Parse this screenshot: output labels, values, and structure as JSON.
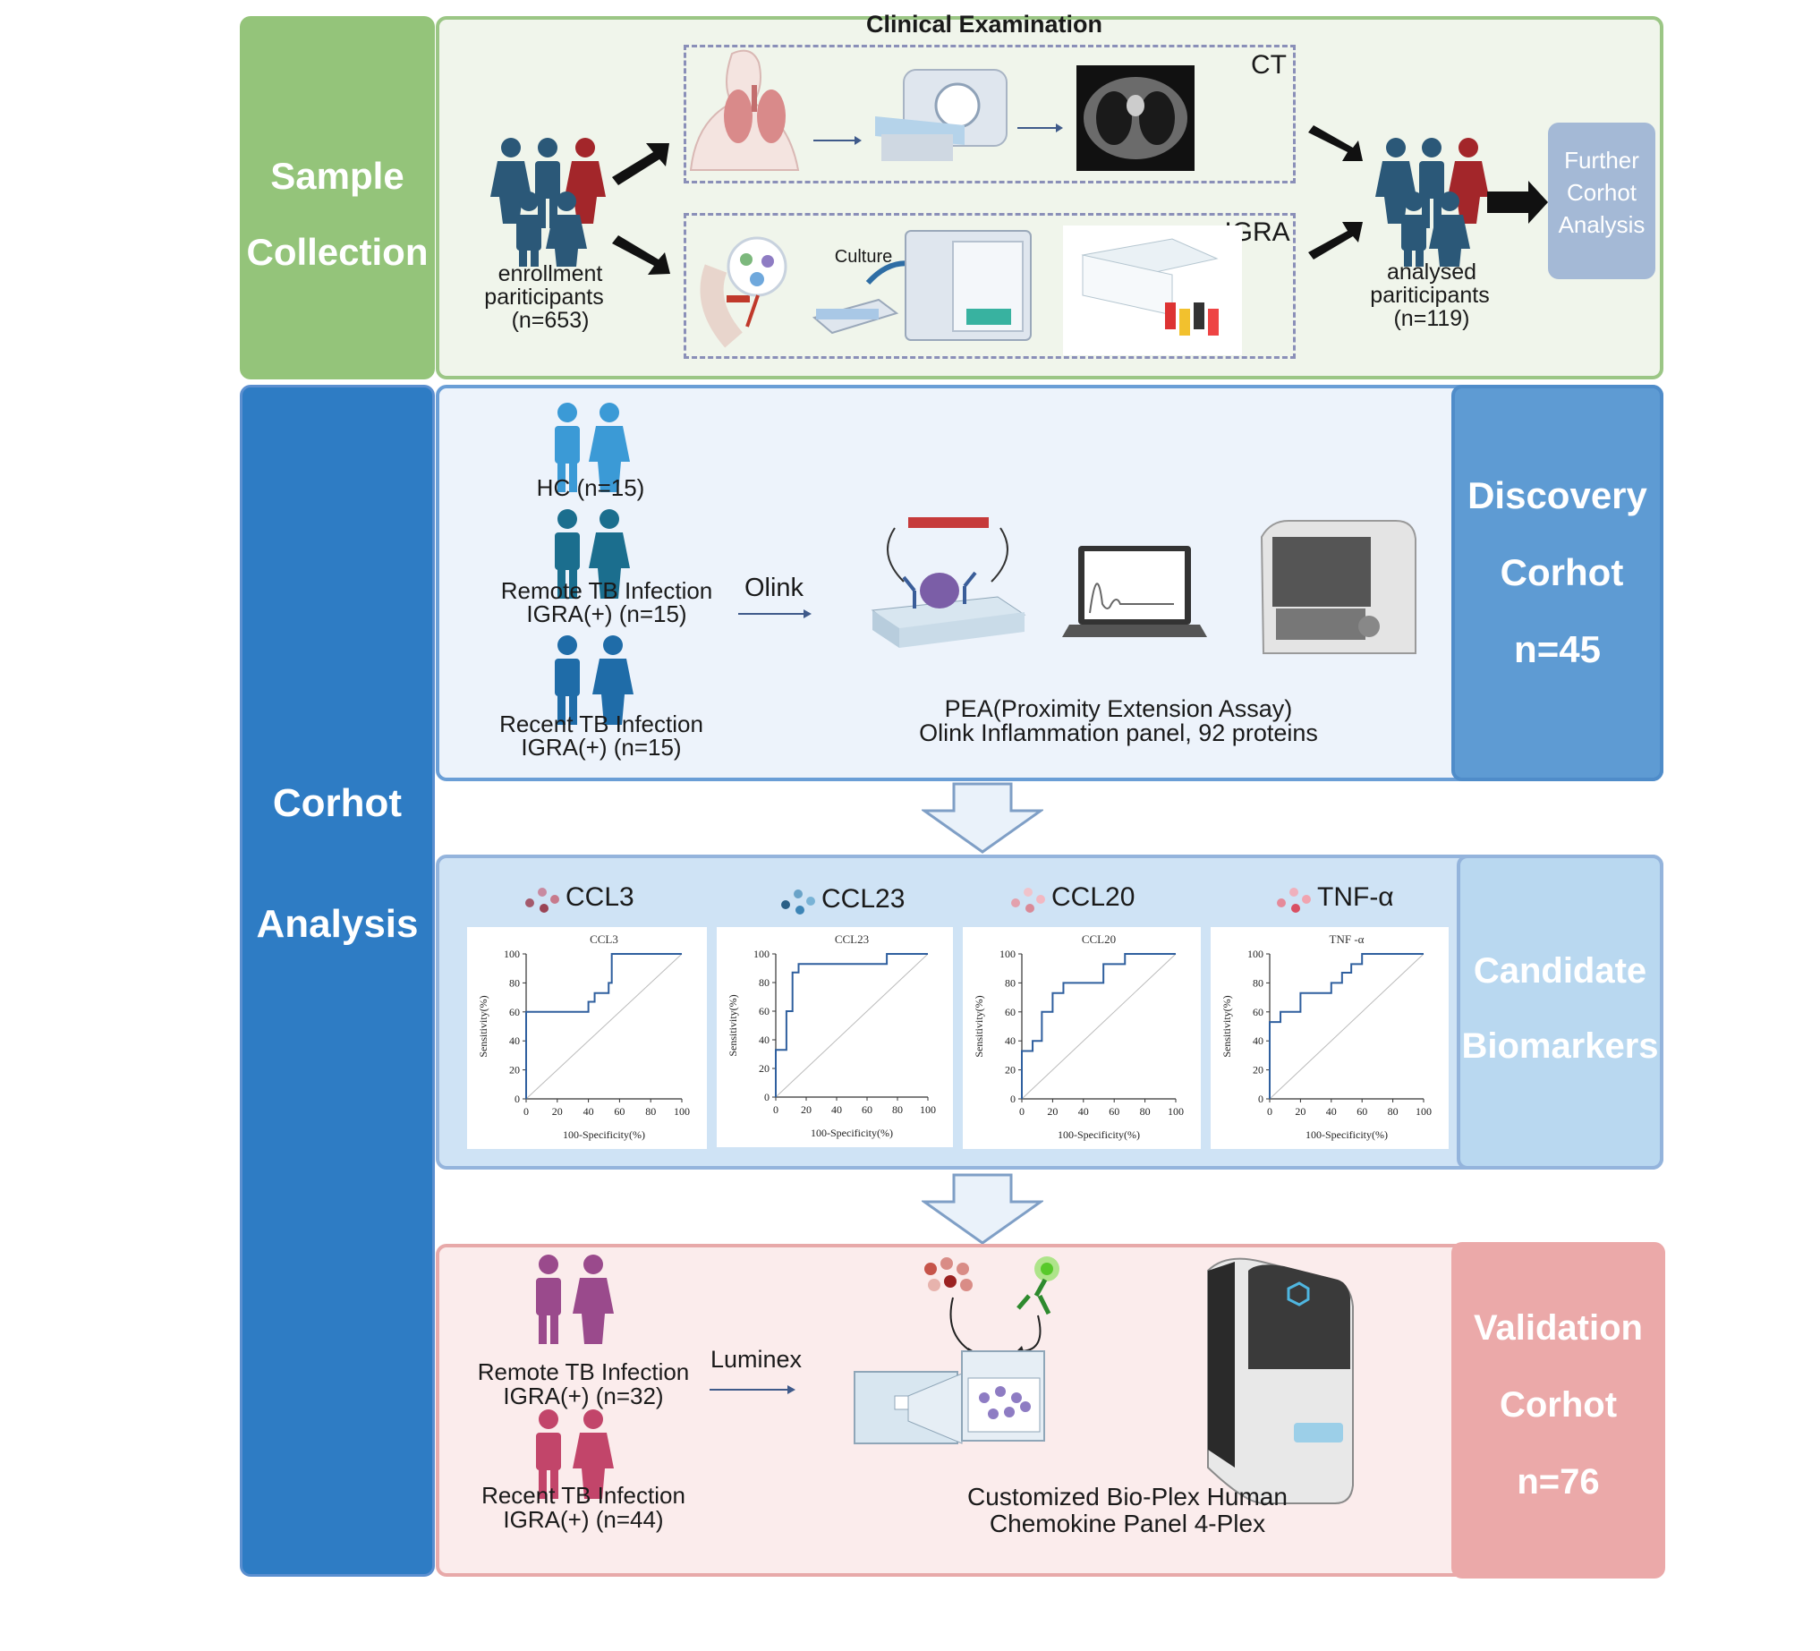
{
  "sample_collection": {
    "side_line1": "Sample",
    "side_line2": "Collection",
    "clinical_title": "Clinical Examination",
    "ct_label": "CT",
    "igra_label": "IGRA",
    "culture_label": "Culture",
    "enroll_line1": "enrollment",
    "enroll_line2": "pariticipants",
    "enroll_line3": "(n=653)",
    "analysed_line1": "analysed",
    "analysed_line2": "pariticipants",
    "analysed_line3": "(n=119)",
    "further_line1": "Further",
    "further_line2": "Corhot",
    "further_line3": "Analysis"
  },
  "cohort_side": {
    "line1": "Corhot",
    "line2": "Analysis"
  },
  "discovery": {
    "hc": "HC  (n=15)",
    "remote_line1": "Remote TB Infection",
    "remote_line2": "IGRA(+)  (n=15)",
    "recent_line1": "Recent TB Infection",
    "recent_line2": "IGRA(+)  (n=15)",
    "method": "Olink",
    "pea_line1": "PEA(Proximity Extension Assay)",
    "pea_line2": "Olink Inflammation panel, 92 proteins",
    "side_line1": "Discovery",
    "side_line2": "Corhot",
    "side_line3": "n=45"
  },
  "candidate": {
    "side_line1": "Candidate",
    "side_line2": "Biomarkers"
  },
  "validation": {
    "remote_line1": "Remote TB Infection",
    "remote_line2": "IGRA(+)  (n=32)",
    "recent_line1": "Recent TB Infection",
    "recent_line2": "IGRA(+)  (n=44)",
    "method": "Luminex",
    "panel_line1": "Customized Bio-Plex Human",
    "panel_line2": "Chemokine Panel 4-Plex",
    "side_line1": "Validation",
    "side_line2": "Corhot",
    "side_line3": "n=76"
  },
  "colors": {
    "sample_green": "#94c47a",
    "cohort_blue": "#2e7cc4",
    "discovery_blue": "#5e9bd3",
    "candidate_blue": "#b9d8f0",
    "validation_pink": "#eba9a9",
    "roc_line": "#2f5f9e"
  },
  "chart_data": [
    {
      "type": "line",
      "header": "CCL3",
      "title": "CCL3",
      "xlabel": "100-Specificity(%)",
      "ylabel": "Sensitivity(%)",
      "xticks": [
        "0",
        "20",
        "40",
        "60",
        "80",
        "100"
      ],
      "yticks": [
        "0",
        "20",
        "40",
        "60",
        "80",
        "100"
      ],
      "xlim": [
        0,
        100
      ],
      "ylim": [
        0,
        100
      ],
      "x": [
        0,
        0,
        40,
        40,
        44,
        44,
        53,
        53,
        55,
        55,
        100
      ],
      "y": [
        0,
        60,
        60,
        67,
        67,
        73,
        73,
        80,
        80,
        100,
        100
      ]
    },
    {
      "type": "line",
      "header": "CCL23",
      "title": "CCL23",
      "xlabel": "100-Specificity(%)",
      "ylabel": "Sensitivity(%)",
      "xticks": [
        "0",
        "20",
        "40",
        "60",
        "80",
        "100"
      ],
      "yticks": [
        "0",
        "20",
        "40",
        "60",
        "80",
        "100"
      ],
      "xlim": [
        0,
        100
      ],
      "ylim": [
        0,
        100
      ],
      "x": [
        0,
        0,
        7,
        7,
        11,
        11,
        15,
        15,
        20,
        20,
        73,
        73,
        100
      ],
      "y": [
        0,
        33,
        33,
        60,
        60,
        87,
        87,
        93,
        93,
        93,
        93,
        100,
        100
      ]
    },
    {
      "type": "line",
      "header": "CCL20",
      "title": "CCL20",
      "xlabel": "100-Specificity(%)",
      "ylabel": "Sensitivity(%)",
      "xticks": [
        "0",
        "20",
        "40",
        "60",
        "80",
        "100"
      ],
      "yticks": [
        "0",
        "20",
        "40",
        "60",
        "80",
        "100"
      ],
      "xlim": [
        0,
        100
      ],
      "ylim": [
        0,
        100
      ],
      "x": [
        0,
        0,
        7,
        7,
        13,
        13,
        20,
        20,
        27,
        27,
        53,
        53,
        67,
        67,
        100
      ],
      "y": [
        0,
        33,
        33,
        40,
        40,
        60,
        60,
        73,
        73,
        80,
        80,
        93,
        93,
        100,
        100
      ]
    },
    {
      "type": "line",
      "header": "TNF-α",
      "title": "TNF -α",
      "xlabel": "100-Specificity(%)",
      "ylabel": "Sensitivity(%)",
      "xticks": [
        "0",
        "20",
        "40",
        "60",
        "80",
        "100"
      ],
      "yticks": [
        "0",
        "20",
        "40",
        "60",
        "80",
        "100"
      ],
      "xlim": [
        0,
        100
      ],
      "ylim": [
        0,
        100
      ],
      "x": [
        0,
        0,
        7,
        7,
        20,
        20,
        40,
        40,
        47,
        47,
        53,
        53,
        60,
        60,
        100
      ],
      "y": [
        0,
        53,
        53,
        60,
        60,
        73,
        73,
        80,
        80,
        87,
        87,
        93,
        93,
        100,
        100
      ]
    }
  ]
}
